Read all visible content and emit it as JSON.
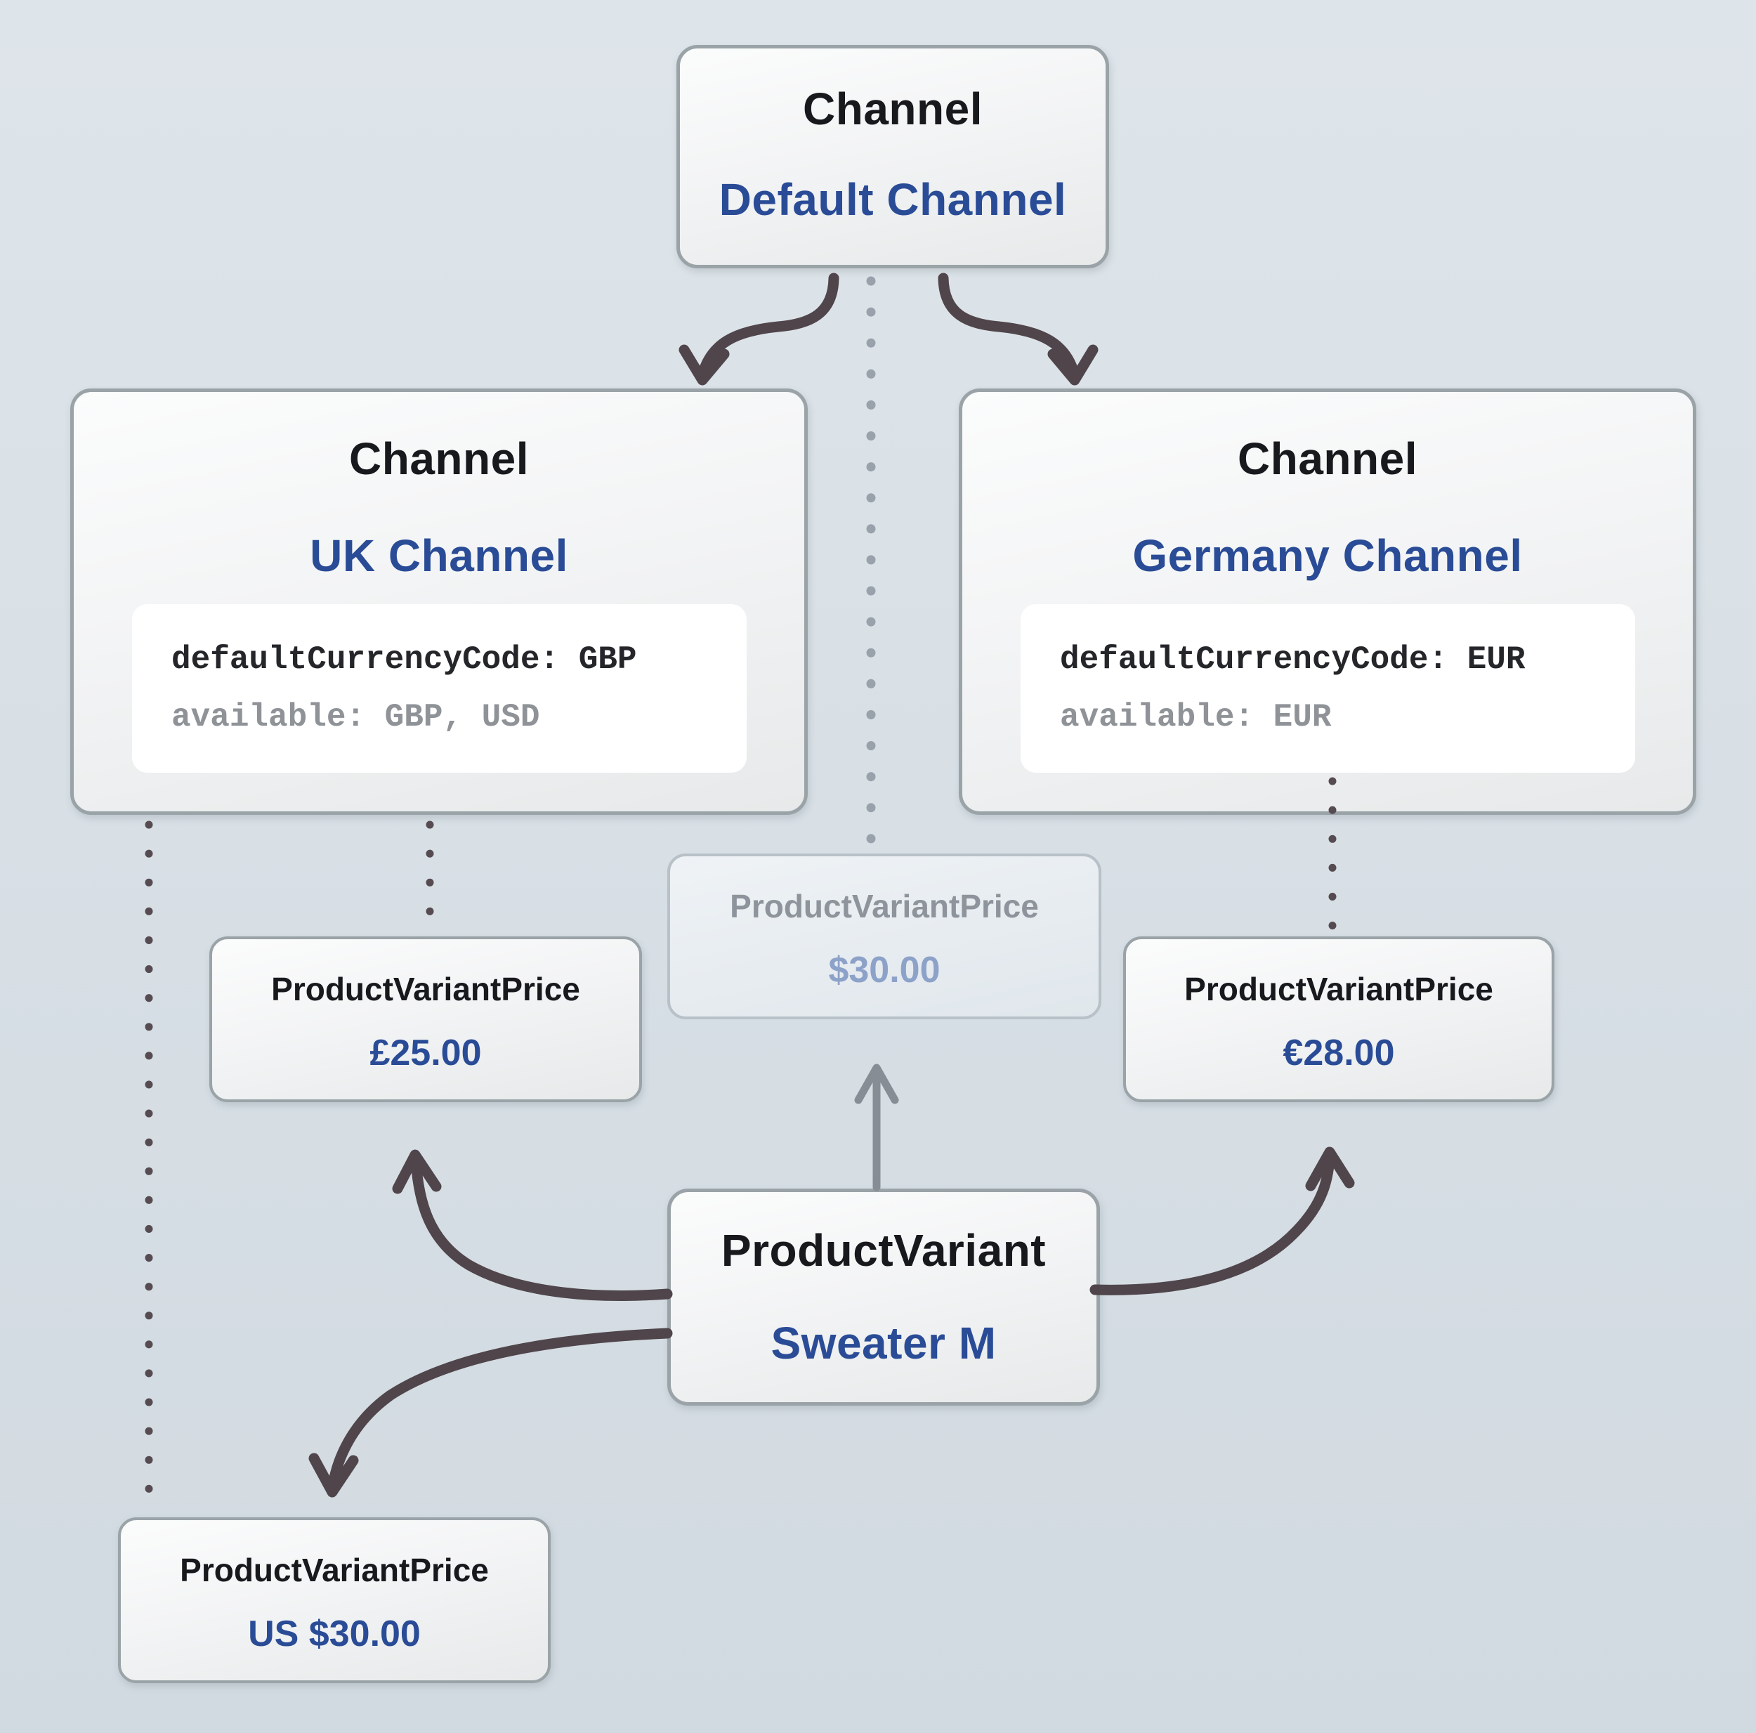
{
  "nodes": {
    "default_channel": {
      "type": "Channel",
      "name": "Default Channel"
    },
    "uk_channel": {
      "type": "Channel",
      "name": "UK Channel",
      "code": {
        "line1": "defaultCurrencyCode: GBP",
        "line2": "available: GBP, USD"
      }
    },
    "germany_channel": {
      "type": "Channel",
      "name": "Germany Channel",
      "code": {
        "line1": "defaultCurrencyCode: EUR",
        "line2": "available: EUR"
      }
    },
    "default_price": {
      "type": "ProductVariantPrice",
      "value": "$30.00"
    },
    "uk_price_gbp": {
      "type": "ProductVariantPrice",
      "value": "£25.00"
    },
    "germany_price": {
      "type": "ProductVariantPrice",
      "value": "€28.00"
    },
    "uk_price_usd": {
      "type": "ProductVariantPrice",
      "value": "US $30.00"
    },
    "product_variant": {
      "type": "ProductVariant",
      "name": "Sweater M"
    }
  },
  "colors": {
    "accent_blue": "#2a4c97",
    "muted_blue": "#8da2c8",
    "dark_text": "#17191d",
    "code_gray": "#8f9397",
    "arrow_dark": "#4f454b",
    "arrow_gray": "#868d94",
    "dot_gray": "#99a2ab",
    "dot_dark": "#564b51"
  }
}
